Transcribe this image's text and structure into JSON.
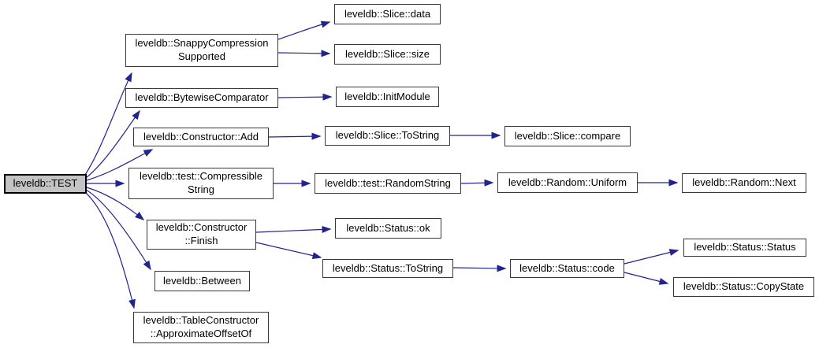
{
  "diagram": {
    "kind": "doxygen-call-graph",
    "root_function": "leveldb::TEST",
    "colors": {
      "background": "#ffffff",
      "edge": "#23238f",
      "node_fill": "#ffffff",
      "node_border": "#383838",
      "root_fill": "#c3c3c3",
      "root_border": "#000000",
      "text": "#000000"
    },
    "nodes": [
      {
        "id": "leveldb-test",
        "label": "leveldb::TEST",
        "root": true
      },
      {
        "id": "snappy-compression-supported",
        "label": "leveldb::SnappyCompression\nSupported"
      },
      {
        "id": "bytewise-comparator",
        "label": "leveldb::BytewiseComparator"
      },
      {
        "id": "constructor-add",
        "label": "leveldb::Constructor::Add"
      },
      {
        "id": "test-compressible-string",
        "label": "leveldb::test::Compressible\nString"
      },
      {
        "id": "constructor-finish",
        "label": "leveldb::Constructor\n::Finish"
      },
      {
        "id": "between",
        "label": "leveldb::Between"
      },
      {
        "id": "table-constructor-approximate-offset-of",
        "label": "leveldb::TableConstructor\n::ApproximateOffsetOf"
      },
      {
        "id": "slice-data",
        "label": "leveldb::Slice::data"
      },
      {
        "id": "slice-size",
        "label": "leveldb::Slice::size"
      },
      {
        "id": "init-module",
        "label": "leveldb::InitModule"
      },
      {
        "id": "slice-tostring",
        "label": "leveldb::Slice::ToString"
      },
      {
        "id": "test-random-string",
        "label": "leveldb::test::RandomString"
      },
      {
        "id": "status-ok",
        "label": "leveldb::Status::ok"
      },
      {
        "id": "status-tostring",
        "label": "leveldb::Status::ToString"
      },
      {
        "id": "slice-compare",
        "label": "leveldb::Slice::compare"
      },
      {
        "id": "random-uniform",
        "label": "leveldb::Random::Uniform"
      },
      {
        "id": "status-code",
        "label": "leveldb::Status::code"
      },
      {
        "id": "random-next",
        "label": "leveldb::Random::Next"
      },
      {
        "id": "status-status",
        "label": "leveldb::Status::Status"
      },
      {
        "id": "status-copy-state",
        "label": "leveldb::Status::CopyState"
      }
    ],
    "edges": [
      {
        "from": "leveldb-test",
        "to": "snappy-compression-supported"
      },
      {
        "from": "leveldb-test",
        "to": "bytewise-comparator"
      },
      {
        "from": "leveldb-test",
        "to": "constructor-add"
      },
      {
        "from": "leveldb-test",
        "to": "test-compressible-string"
      },
      {
        "from": "leveldb-test",
        "to": "constructor-finish"
      },
      {
        "from": "leveldb-test",
        "to": "between"
      },
      {
        "from": "leveldb-test",
        "to": "table-constructor-approximate-offset-of"
      },
      {
        "from": "snappy-compression-supported",
        "to": "slice-data"
      },
      {
        "from": "snappy-compression-supported",
        "to": "slice-size"
      },
      {
        "from": "bytewise-comparator",
        "to": "init-module"
      },
      {
        "from": "constructor-add",
        "to": "slice-tostring"
      },
      {
        "from": "slice-tostring",
        "to": "slice-compare"
      },
      {
        "from": "test-compressible-string",
        "to": "test-random-string"
      },
      {
        "from": "test-random-string",
        "to": "random-uniform"
      },
      {
        "from": "random-uniform",
        "to": "random-next"
      },
      {
        "from": "constructor-finish",
        "to": "status-ok"
      },
      {
        "from": "constructor-finish",
        "to": "status-tostring"
      },
      {
        "from": "status-tostring",
        "to": "status-code"
      },
      {
        "from": "status-code",
        "to": "status-status"
      },
      {
        "from": "status-code",
        "to": "status-copy-state"
      }
    ]
  }
}
